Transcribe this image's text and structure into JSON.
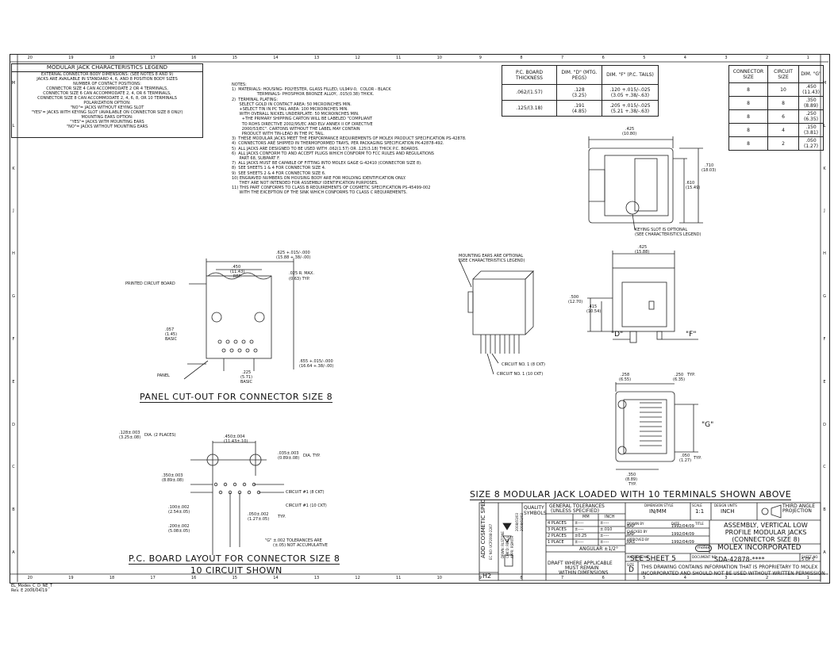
{
  "zones_top": [
    "20",
    "19",
    "18",
    "17",
    "16",
    "15",
    "14",
    "13",
    "12",
    "11",
    "10",
    "9",
    "8",
    "7",
    "6",
    "5",
    "4",
    "3",
    "2",
    "1"
  ],
  "zones_side": [
    "M",
    "L",
    "K",
    "J",
    "H",
    "G",
    "F",
    "E",
    "D",
    "C",
    "B",
    "A"
  ],
  "legend": {
    "title": "MODULAR JACK CHARACTERISTICS LEGEND",
    "lines": [
      "EXTERNAL CONNECTOR BODY DIMENSIONS: (SEE NOTES 8 AND 9)",
      "JACKS ARE AVAILABLE IN STANDARD 4, 6, AND 8 POSITION BODY SIZES",
      "NUMBER OF CONTACT POSITIONS:",
      "CONNECTOR SIZE 4 CAN ACCOMMODATE 2 OR 4 TERMINALS,",
      "CONNECTOR SIZE 6 CAN ACCOMMODATE 2, 4, OR 6 TERMINALS,",
      "CONNECTOR SIZE 8 CAN ACCOMMODATE 2, 4, 6, 8, OR 10 TERMINALS",
      "POLARIZATION OPTION:",
      "\"NO\"= JACKS WITHOUT KEYING SLOT",
      "\"YES\"= JACKS WITH KEYING SLOT (AVAILABLE ON CONNECTOR SIZE 8 ONLY)",
      "MOUNTING EARS OPTION:",
      "\"YES\"= JACKS WITH MOUNTING EARS",
      "\"NO\"= JACKS WITHOUT MOUNTING EARS"
    ]
  },
  "notes": "NOTES:\n1)  MATERIALS: HOUSING- POLYESTER, GLASS FILLED, UL94V-0,  COLOR - BLACK\n                    TERMINALS- PHOSPHOR BRONZE ALLOY, .015(0.38) THICK.\n2)  TERMINAL PLATING:\n      SELECT GOLD IN CONTACT AREA: 50 MICROINCHES MIN.\n      +SELECT TIN IN PC TAIL AREA: 100 MICROINCHES MIN.\n      WITH OVERALL NICKEL UNDERPLATE: 50 MICROINCHES MIN.\n        +THE PRIMARY SHIPPING CARTON WILL BE LABELED \"COMPLIANT\n        TO ROHS DIRECTIVE 2002/95/EC AND ELV ANNEX II OF DIRECTIVE\n        2000/53/EC\". CARTONS WITHOUT THE LABEL MAY CONTAIN\n        PRODUCT WITH TIN-LEAD IN THE PC TAIL.\n3)  THESE MODULAR JACKS MEET THE PERFORMANCE REQUIREMENTS OF MOLEX PRODUCT SPECIFICATION PS-42878.\n4)  CONNECTORS ARE SHIPPED IN THERMOFORMED TRAYS, PER PACKAGING SPECIFICATION PK-42878-492.\n5)  ALL JACKS ARE DESIGNED TO BE USED WITH .062(1.57) OR .125(3.18) THICK P.C. BOARDS.\n6)  ALL JACKS CONFORM TO AND ACCEPT PLUGS WHICH CONFORM TO FCC RULES AND REGULATIONS\n      PART 68, SUBPART F.\n7)  ALL JACKS MUST BE CAPABLE OF FITTING INTO MOLEX GAGE G-42410 (CONNECTOR SIZE 8).\n8)  SEE SHEETS 1 & 4 FOR CONNECTOR SIZE 4.\n9)  SEE SHEETS 2 & 4 FOR CONNECTOR SIZE 6.\n10) ENGRAVED NUMBERS ON HOUSING BODY ARE FOR MOLDING IDENTIFICATION ONLY.\n      THEY ARE NOT INTENDED FOR ASSEMBLY IDENTIFICATION PURPOSES.\n11) THIS PART CONFORMS TO CLASS B REQUIREMENTS OF COSMETIC SPECIFICATION PS-45499-002\n      WITH THE EXCEPTION OF THE SINK WHICH CONFORMS TO CLASS C REQUIREMENTS.",
  "pcb_table": {
    "headers": [
      "P.C. BOARD THICKNESS",
      "DIM. \"D\" (MTG. PEGS)",
      "DIM. \"F\" (P.C. TAILS)"
    ],
    "rows": [
      [
        ".062/(1.57)",
        ".128",
        "(3.25)",
        ".120 +.015/-.025",
        "(3.05 +.38/-.63)"
      ],
      [
        ".125/(3.18)",
        ".191",
        "(4.85)",
        ".205 +.015/-.025",
        "(5.21 +.38/-.63)"
      ]
    ]
  },
  "conn_table": {
    "headers": [
      "CONNECTOR SIZE",
      "CIRCUIT SIZE",
      "DIM. \"G\""
    ],
    "rows": [
      [
        "8",
        "10",
        ".450",
        "(11.43)"
      ],
      [
        "8",
        "8",
        ".350",
        "(8.89)"
      ],
      [
        "8",
        "6",
        ".250",
        "(6.35)"
      ],
      [
        "8",
        "4",
        ".150",
        "(3.81)"
      ],
      [
        "8",
        "2",
        ".050",
        "(1.27)"
      ]
    ]
  },
  "labels": {
    "panel_title": "PANEL CUT-OUT FOR CONNECTOR SIZE 8",
    "pcb_title": "P.C. BOARD LAYOUT FOR CONNECTOR SIZE 8",
    "pcb_sub": "10 CIRCUIT SHOWN",
    "jack_title": "SIZE 8 MODULAR JACK LOADED WITH 10 TERMINALS SHOWN ABOVE",
    "printed_circuit_board": "PRINTED CIRCUIT BOARD",
    "panel": "PANEL",
    "keying": "KEYING SLOT IS OPTIONAL",
    "keying2": "(SEE CHARACTERISTICS LEGEND)",
    "ears": "MOUNTING EARS ARE OPTIONAL",
    "ears2": "(SEE CHARACTERISTICS LEGEND)",
    "circ8": "CIRCUIT NO. 1  (8 CKT)",
    "circ10": "CIRCUIT NO. 1  (10 CKT)",
    "circ8b": "CIRCUIT #1 (8 CKT)",
    "circ10b": "CIRCUIT #1 (10 CKT)",
    "tol1": "\"G\"  ±.002  TOLERANCES ARE",
    "tol2": "(±.05)  NOT ACCUMULATIVE",
    "d_mark": "\"D\"",
    "f_mark": "\"F\"",
    "g_mark": "\"G\""
  },
  "dims": {
    "p625": ".625 +.015/-.000",
    "p625m": "(15.88 +.38/-.00)",
    "p450": ".450",
    "p450m": "(11.43)",
    "ref": "REF.",
    "p025": ".025  R. MAX.",
    "p025m": "(0.63)  TYP.",
    "p057": ".057",
    "p057m": "(1.45)",
    "basic": "BASIC",
    "p655": ".655 +.015/-.000",
    "p655m": "(16.64 +.38/-.00)",
    "p225": ".225",
    "p225m": "(5.71)",
    "basic2": "BASIC",
    "h128": ".128±.003",
    "h128m": "(3.25±.08)",
    "dia2": "DIA. (2 PLACES)",
    "h450": ".450±.004",
    "h450m": "(11.43±.10)",
    "h035": ".035±.003",
    "h035m": "(0.89±.08)",
    "diatyp": "DIA. TYP.",
    "h350": ".350±.003",
    "h350m": "(8.89±.08)",
    "h100": ".100±.002",
    "h100m": "(2.54±.05)",
    "h200": ".200±.002",
    "h200m": "(5.08±.05)",
    "h050": ".050±.002",
    "h050m": "(1.27±.05)",
    "typ": "TYP.",
    "t425": ".425",
    "t425m": "(10.80)",
    "t710": ".710",
    "t710m": "(18.03)",
    "t610": ".610",
    "t610m": "(15.49)",
    "s625": ".625",
    "s625m": "(15.88)",
    "s500": ".500",
    "s500m": "(12.70)",
    "s415": ".415",
    "s415m": "(10.54)",
    "b258": ".258",
    "b258m": "(6.55)",
    "b250": ".250",
    "b250m": "(6.35)",
    "b250t": "TYP.",
    "b050": ".050",
    "b050m": "(1.27)",
    "b050t": "TYP.",
    "b350": ".350",
    "b350m": "(8.89)",
    "b350t": "TYP."
  },
  "title_block": {
    "cosmetic": "ADD COSMETIC SPEC",
    "quality": "QUALITY",
    "symbols": "SYMBOLS",
    "gen_tol": "GENERAL TOLERANCES",
    "unless": "(UNLESS SPECIFIED)",
    "mm": "MM",
    "inch": "INCH",
    "p4": "4 PLACES",
    "p3": "3 PLACES",
    "p2": "2 PLACES",
    "p1": "1 PLACE",
    "p4v": "±----",
    "p3v": "±----",
    "p2v": "±0.25",
    "p1v": "±----",
    "p4i": "±----",
    "p3i": "±.010",
    "p2i": "±----",
    "p1i": "±----",
    "angular": "ANGULAR  ±1/2°",
    "draft": "DRAFT WHERE APPLICABLE",
    "must": "MUST REMAIN",
    "within": "WITHIN DIMENSIONS",
    "dim_style_l": "DIMENSION STYLE",
    "dim_style": "IN/MM",
    "scale_l": "SCALE",
    "scale": "1:1",
    "units_l": "DESIGN UNITS",
    "units": "INCH",
    "proj": "THIRD ANGLE PROJECTION",
    "drawn_l": "DRAWN BY",
    "drawn": "BAP",
    "drawn_d": "1992/04/09",
    "checked_l": "CHECKED BY",
    "checked": "BAP",
    "checked_d": "1992/04/09",
    "approved_l": "APPROVED BY",
    "approved": "RAS",
    "approved_d": "1992/04/09",
    "date_l": "DATE",
    "title_l": "TITLE",
    "title1": "ASSEMBLY, VERTICAL LOW",
    "title2": "PROFILE MODULAR JACKS",
    "title3": "(CONNECTOR SIZE 8)",
    "company": "MOLEX INCORPORATED",
    "molex": "molex",
    "material_l": "MATERIAL NO.",
    "see_sheet": "SEE SHEET 5",
    "doc_l": "DOCUMENT NO.",
    "doc": "SDA-42878-****",
    "sheet_l": "SHEET NO.",
    "sheet": "5 OF 5",
    "size_l": "SIZE",
    "size": "D",
    "h2": "H2",
    "prop1": "THIS DRAWING CONTAINS INFORMATION THAT IS PROPRIETARY TO MOLEX",
    "prop2": "INCORPORATED AND SHOULD NOT BE USED WITHOUT WRITTEN PERMISSION",
    "rev1": "EC NO: UCP2008-2267",
    "rev2": "DRWN: RLSTONE",
    "rev3": "CHK'D: RBELL",
    "rev4": "APPR: RSMITH",
    "rev1d": "2008/03/03",
    "rev2d": "2008/03/03",
    "rev3d": "2008/03/03",
    "rev4d": "2008/03/03"
  },
  "footer": {
    "f1": "EL_Modes_C_D_NE_T",
    "f2": "Rev. E  2006/04/19"
  }
}
